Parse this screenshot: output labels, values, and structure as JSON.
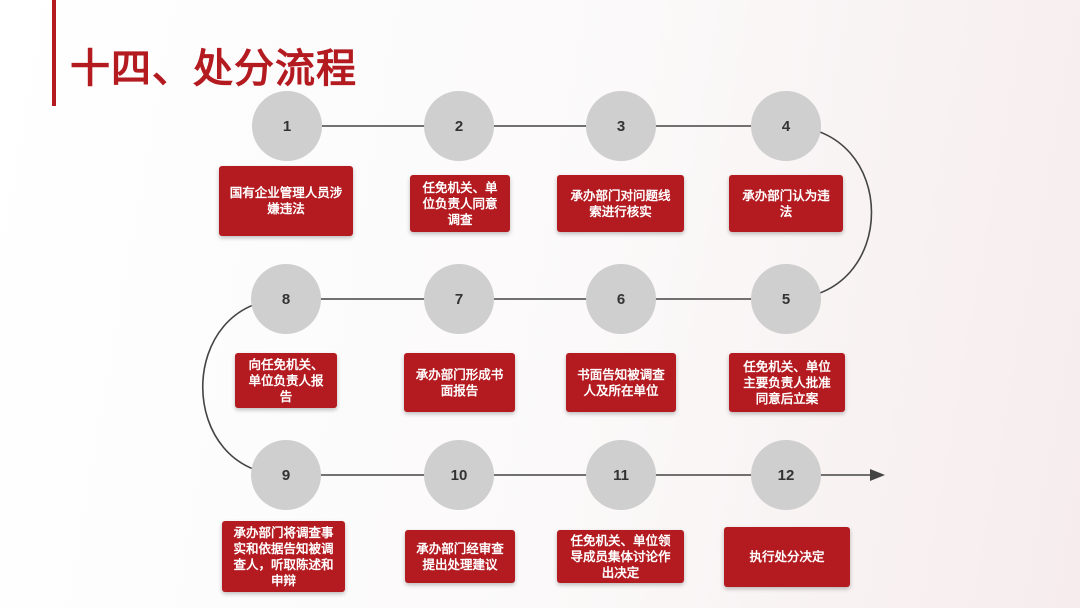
{
  "title": "十四、处分流程",
  "steps": [
    {
      "num": "1",
      "text": "国有企业管理人员涉嫌违法"
    },
    {
      "num": "2",
      "text": "任免机关、单位负责人同意调查"
    },
    {
      "num": "3",
      "text": "承办部门对问题线索进行核实"
    },
    {
      "num": "4",
      "text": "承办部门认为违法"
    },
    {
      "num": "5",
      "text": "任免机关、单位主要负责人批准同意后立案"
    },
    {
      "num": "6",
      "text": "书面告知被调查人及所在单位"
    },
    {
      "num": "7",
      "text": "承办部门形成书面报告"
    },
    {
      "num": "8",
      "text": "向任免机关、单位负责人报告"
    },
    {
      "num": "9",
      "text": "承办部门将调查事实和依据告知被调查人，听取陈述和申辩"
    },
    {
      "num": "10",
      "text": "承办部门经审查提出处理建议"
    },
    {
      "num": "11",
      "text": "任免机关、单位领导成员集体讨论作出决定"
    },
    {
      "num": "12",
      "text": "执行处分决定"
    }
  ],
  "colors": {
    "accent": "#b31b20",
    "circle": "#cfcfcf"
  }
}
